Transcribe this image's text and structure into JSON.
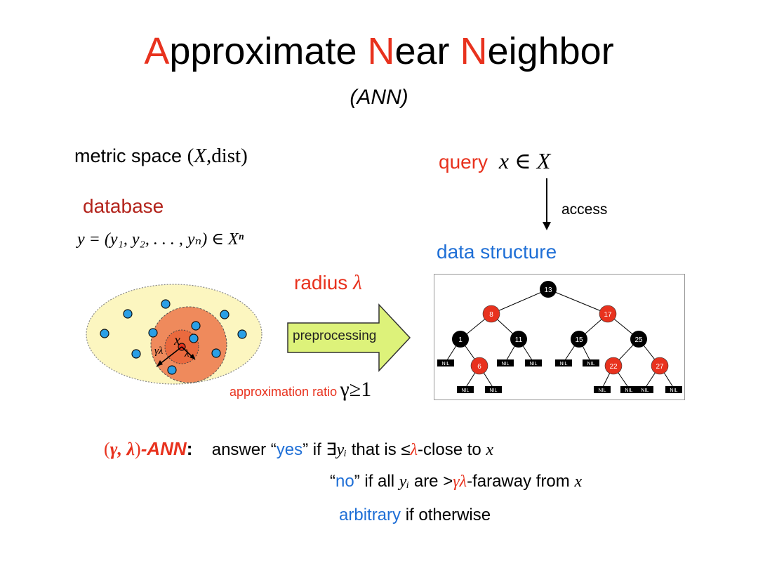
{
  "title": {
    "parts": [
      {
        "text": "A",
        "accent": true
      },
      {
        "text": "pproximate ",
        "accent": false
      },
      {
        "text": "N",
        "accent": true
      },
      {
        "text": "ear ",
        "accent": false
      },
      {
        "text": "N",
        "accent": true
      },
      {
        "text": "eighbor",
        "accent": false
      }
    ],
    "subtitle": "(ANN)"
  },
  "metric": {
    "label": "metric space",
    "formula_pre": "(",
    "formula_var": "X",
    "formula_post": ",dist)"
  },
  "query": {
    "label": "query",
    "formula_var": "x",
    "formula_rest": " ∈ ",
    "formula_var2": "X"
  },
  "access_label": "access",
  "database": {
    "label": "database",
    "formula": "y = (y₁, y₂, . . . , yₙ) ∈ Xⁿ"
  },
  "data_structure_label": "data structure",
  "radius": {
    "label": "radius",
    "symbol": "λ"
  },
  "preprocessing_label": "preprocessing",
  "approx": {
    "label": "approximation ratio",
    "formula": "γ≥1"
  },
  "ball": {
    "center_label": "x",
    "gamma_lambda": "γλ",
    "lambda": "λ"
  },
  "tree": {
    "nodes": [
      {
        "id": "n13",
        "label": "13",
        "color": "black"
      },
      {
        "id": "n8",
        "label": "8",
        "color": "red"
      },
      {
        "id": "n17",
        "label": "17",
        "color": "red"
      },
      {
        "id": "n1",
        "label": "1",
        "color": "black"
      },
      {
        "id": "n11",
        "label": "11",
        "color": "black"
      },
      {
        "id": "n15",
        "label": "15",
        "color": "black"
      },
      {
        "id": "n25",
        "label": "25",
        "color": "black"
      },
      {
        "id": "n6",
        "label": "6",
        "color": "red"
      },
      {
        "id": "n22",
        "label": "22",
        "color": "red"
      },
      {
        "id": "n27",
        "label": "27",
        "color": "red"
      }
    ],
    "nil_label": "NIL"
  },
  "definition": {
    "head_pre": "(",
    "head_params": "γ, λ",
    "head_post": ")",
    "head_name": "-ANN",
    "head_colon": ":",
    "line1": {
      "pre": "answer “",
      "yes": "yes",
      "post1": "” if ∃",
      "var": "yᵢ",
      "post2": " that is ≤",
      "lam": "λ",
      "post3": "-close to ",
      "x": "x"
    },
    "line2": {
      "pre": "“",
      "no": "no",
      "post1": "” if all ",
      "var": "yᵢ",
      "post2": " are >",
      "gl": "γλ",
      "post3": "-faraway from ",
      "x": "x"
    },
    "line3": {
      "arb": "arbitrary",
      "post": " if otherwise"
    }
  },
  "colors": {
    "accent_red": "#e8321e",
    "dark_red": "#b3241c",
    "blue": "#1f6fd6",
    "ellipse_fill": "#fcf6c0",
    "inner_ball": "#ef8a5c",
    "arrow_fill": "#ddf27a"
  }
}
